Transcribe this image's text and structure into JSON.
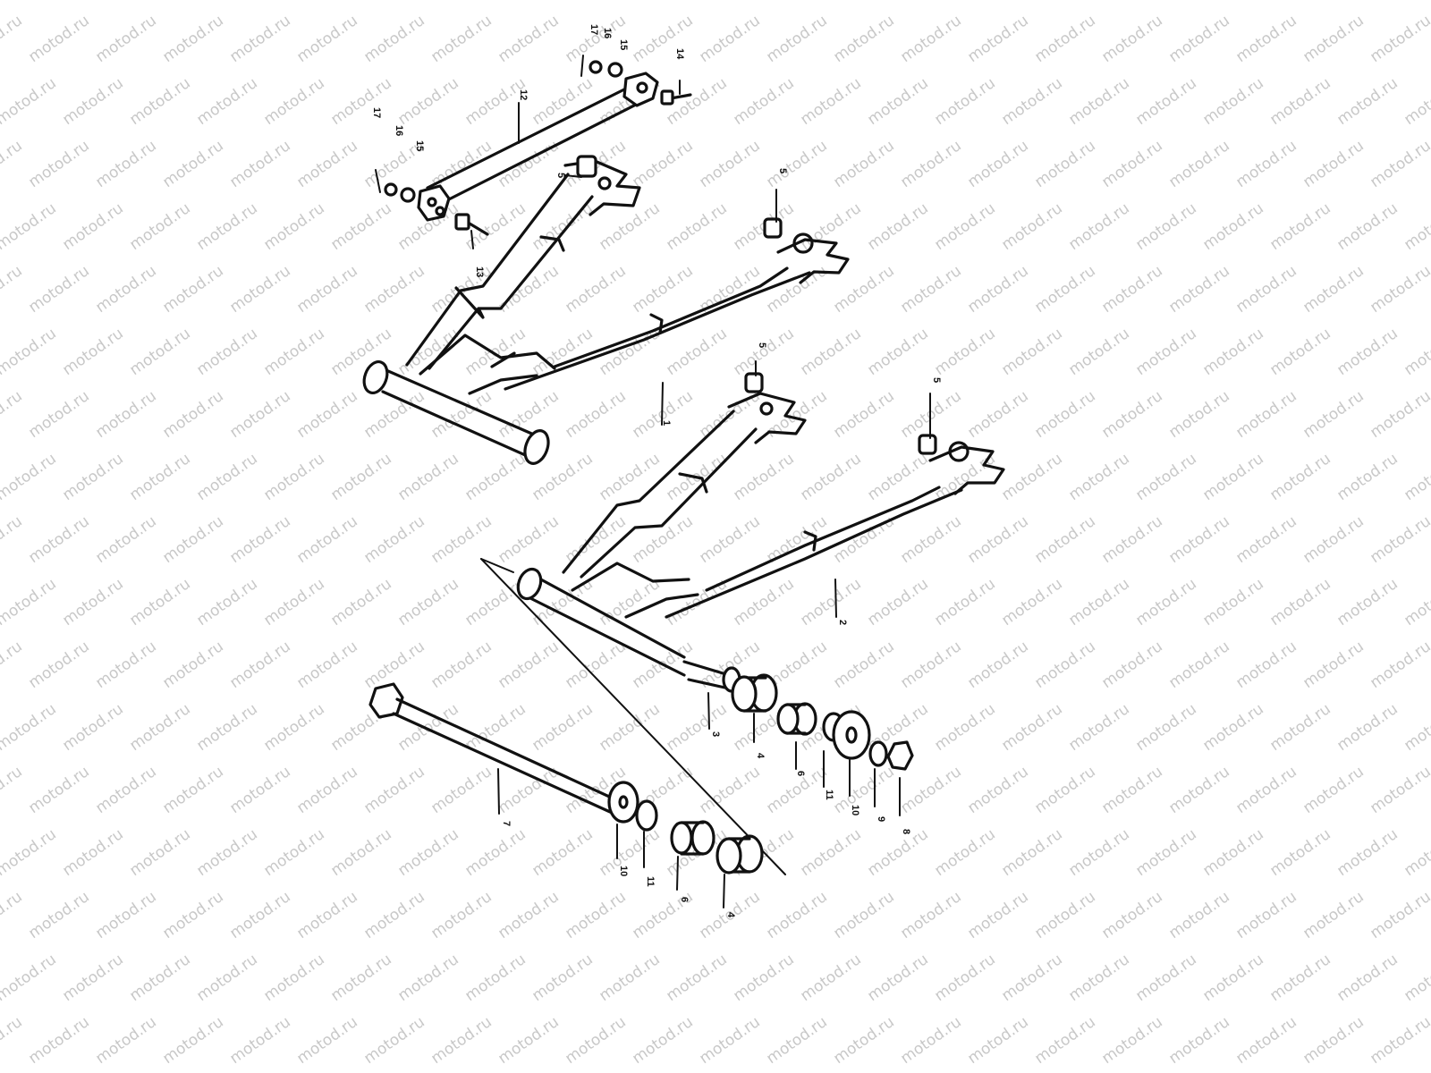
{
  "watermark": {
    "text": "motod.ru"
  },
  "callouts": [
    {
      "id": "c17a",
      "label": "17"
    },
    {
      "id": "c16a",
      "label": "16"
    },
    {
      "id": "c15a",
      "label": "15"
    },
    {
      "id": "c14",
      "label": "14"
    },
    {
      "id": "c12",
      "label": "12"
    },
    {
      "id": "c17b",
      "label": "17"
    },
    {
      "id": "c16b",
      "label": "16"
    },
    {
      "id": "c15b",
      "label": "15"
    },
    {
      "id": "c5a",
      "label": "5"
    },
    {
      "id": "c5b",
      "label": "5"
    },
    {
      "id": "c13",
      "label": "13"
    },
    {
      "id": "c1",
      "label": "1"
    },
    {
      "id": "c5c",
      "label": "5"
    },
    {
      "id": "c5d",
      "label": "5"
    },
    {
      "id": "c2",
      "label": "2"
    },
    {
      "id": "c3",
      "label": "3"
    },
    {
      "id": "c4a",
      "label": "4"
    },
    {
      "id": "c6a",
      "label": "6"
    },
    {
      "id": "c11a",
      "label": "11"
    },
    {
      "id": "c10a",
      "label": "10"
    },
    {
      "id": "c9",
      "label": "9"
    },
    {
      "id": "c8",
      "label": "8"
    },
    {
      "id": "c7",
      "label": "7"
    },
    {
      "id": "c10b",
      "label": "10"
    },
    {
      "id": "c11b",
      "label": "11"
    },
    {
      "id": "c6b",
      "label": "6"
    },
    {
      "id": "c4b",
      "label": "4"
    }
  ]
}
